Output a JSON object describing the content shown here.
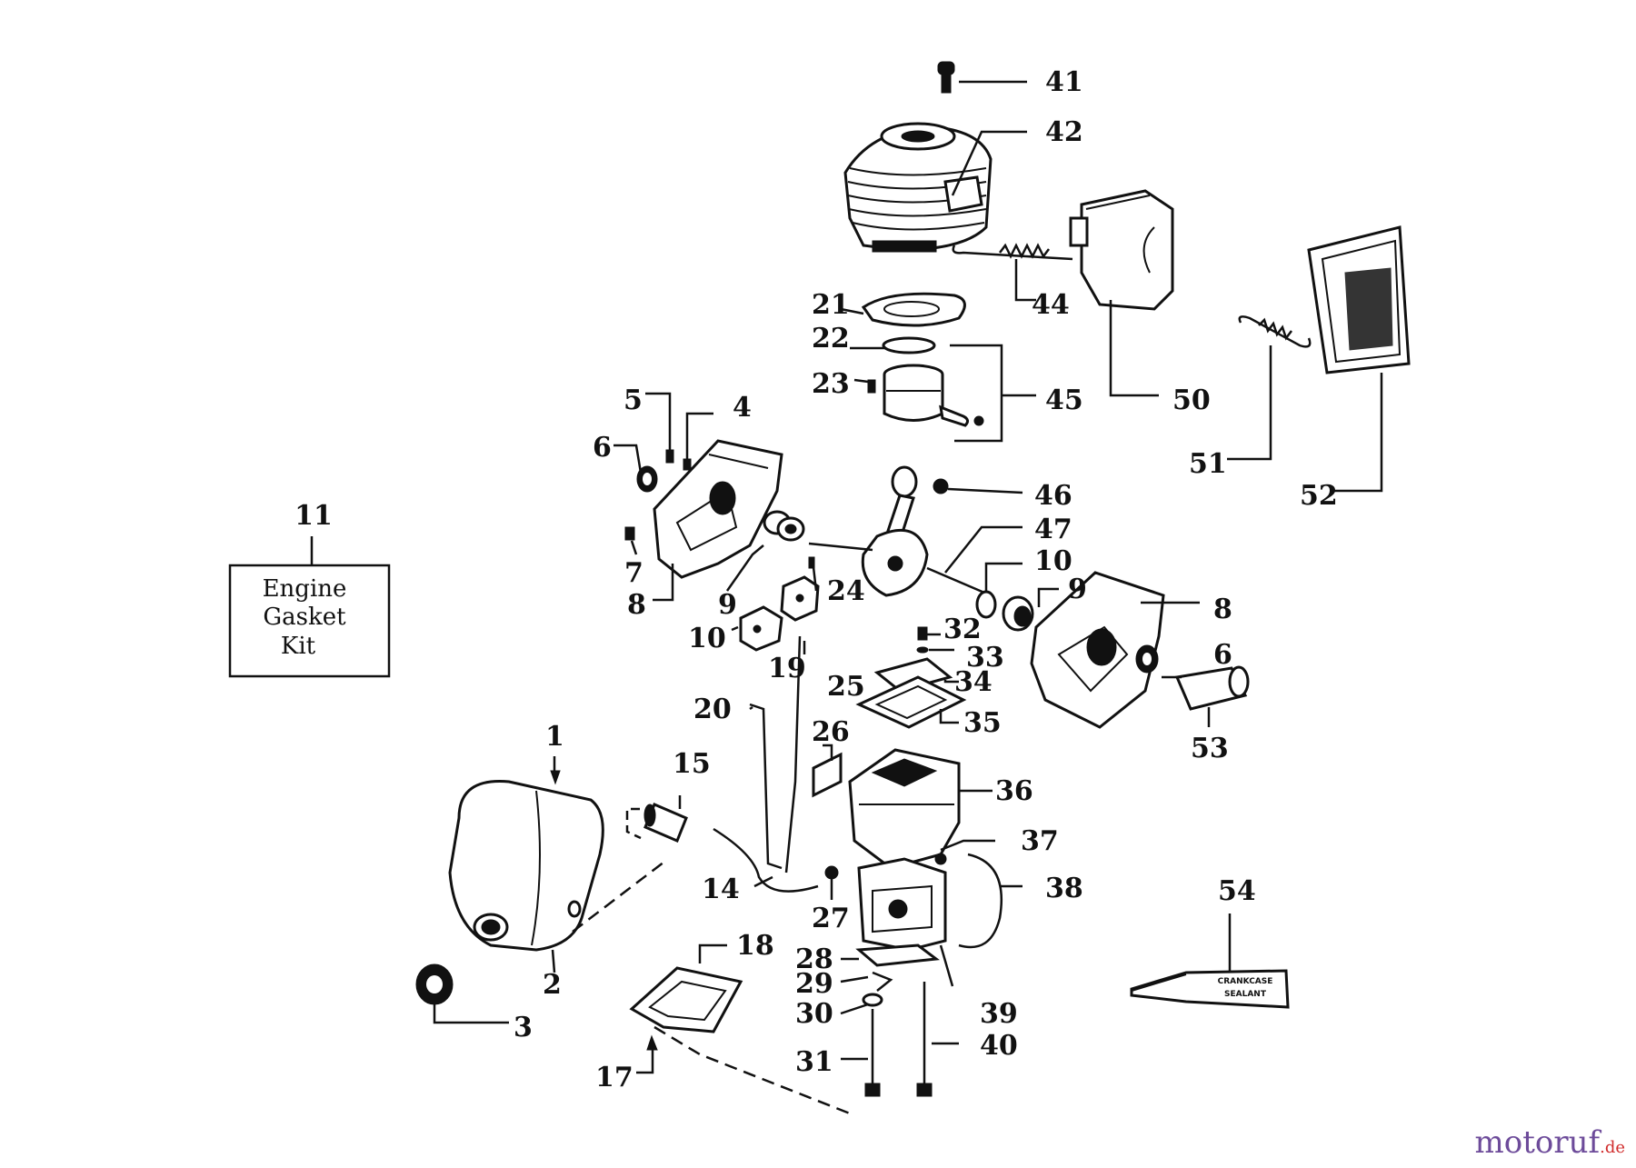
{
  "kit": {
    "line1": "Engine",
    "line2": "Gasket",
    "line3": "Kit",
    "number": "11"
  },
  "sealant": {
    "line1": "CRANKCASE",
    "line2": "SEALANT"
  },
  "watermark": {
    "main": "motoruf",
    "domain": ".de"
  },
  "labels": [
    "41",
    "42",
    "44",
    "50",
    "52",
    "51",
    "21",
    "22",
    "45",
    "23",
    "5",
    "4",
    "6",
    "46",
    "47",
    "10",
    "9",
    "8",
    "7",
    "8",
    "9",
    "24",
    "10",
    "6",
    "53",
    "32",
    "33",
    "19",
    "25",
    "34",
    "20",
    "35",
    "26",
    "1",
    "15",
    "36",
    "37",
    "38",
    "14",
    "27",
    "54",
    "18",
    "28",
    "29",
    "39",
    "30",
    "40",
    "31",
    "17",
    "2",
    "3"
  ]
}
